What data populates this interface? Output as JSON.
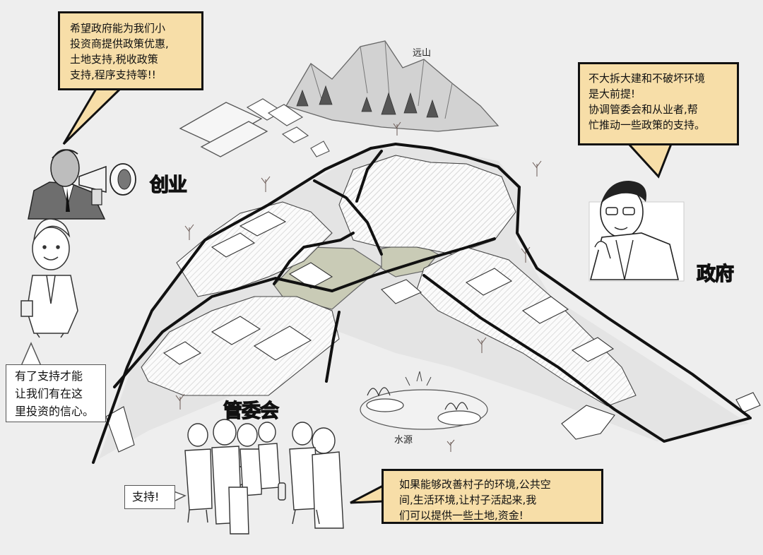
{
  "bubbles": {
    "entrepreneur": {
      "lines": [
        "希望政府能为我们小",
        "投资商提供政策优惠,",
        "土地支持,税收政策",
        "支持,程序支持等!!"
      ]
    },
    "government": {
      "lines": [
        "不大拆大建和不破坏环境",
        "是大前提!",
        "协调管委会和从业者,帮",
        "忙推动一些政策的支持。"
      ]
    },
    "committee": {
      "lines": [
        "如果能够改善村子的环境,公共空",
        "间,生活环境,让村子活起来,我",
        "们可以提供一些土地,资金!"
      ]
    },
    "investor": {
      "lines": [
        "有了支持才能",
        "让我们有在这",
        "里投资的信心。"
      ]
    },
    "villagers": {
      "text": "支持!"
    }
  },
  "roles": {
    "entrepreneur": "创业",
    "government": "政府",
    "committee": "管委会"
  },
  "map_labels": {
    "far_mountain": "远山",
    "water_source": "水源"
  },
  "colors": {
    "speech_bubble_fill": "#f7dea8",
    "plaza_green": "#c9cbb6",
    "road": "#111111",
    "background": "#eeeeee"
  }
}
